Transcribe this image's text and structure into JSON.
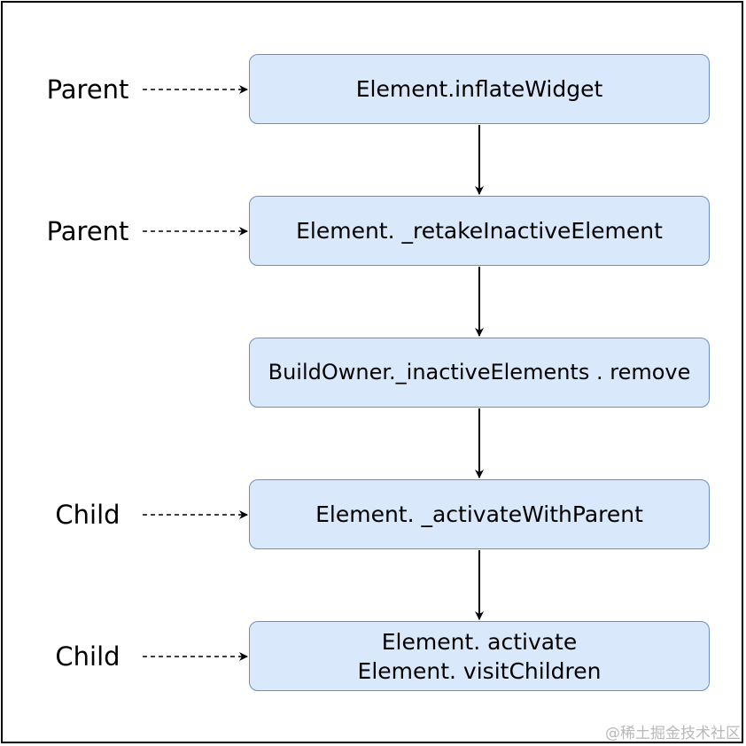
{
  "nodes": [
    {
      "label": "Element.inflateWidget"
    },
    {
      "label": "Element. _retakeInactiveElement"
    },
    {
      "label": "BuildOwner._inactiveElements . remove"
    },
    {
      "label": "Element. _activateWithParent"
    },
    {
      "lines": [
        "Element. activate",
        "Element. visitChildren"
      ]
    }
  ],
  "roles": [
    "Parent",
    "Parent",
    "Child",
    "Child"
  ],
  "watermark": "@稀土掘金技术社区",
  "colors": {
    "node_fill": "#dae8fc",
    "node_stroke": "#6c8ebf",
    "line": "#000000"
  }
}
